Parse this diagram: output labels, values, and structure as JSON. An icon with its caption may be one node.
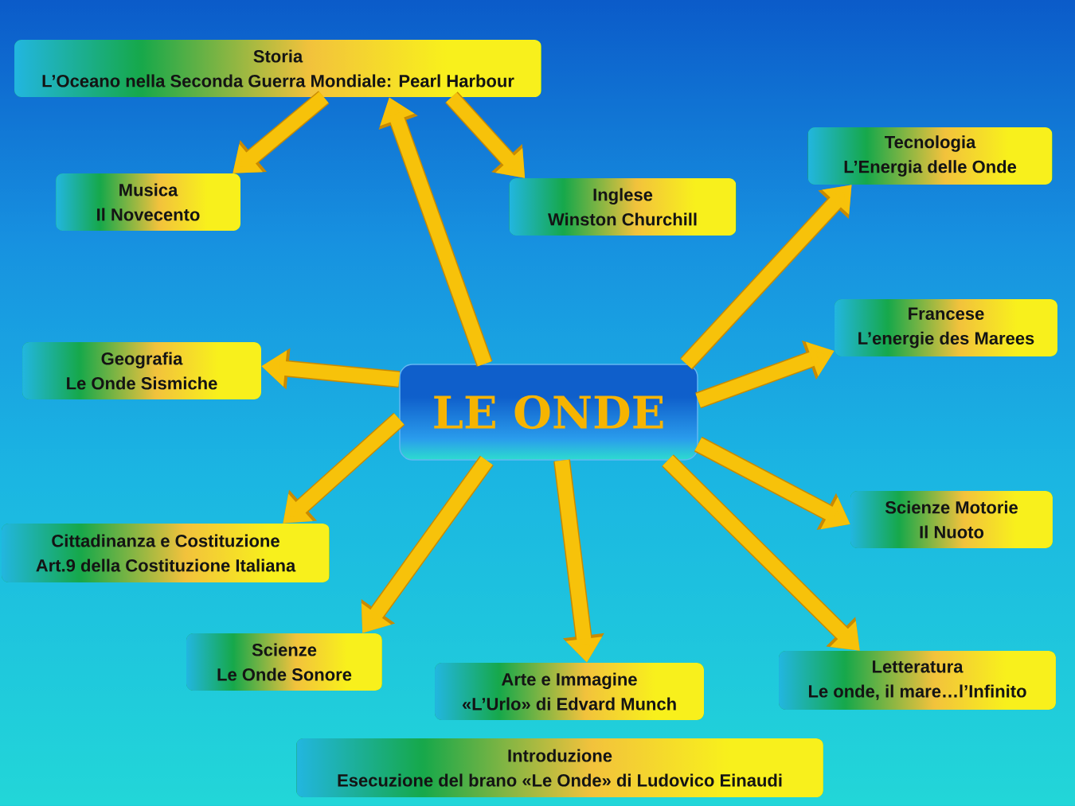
{
  "diagram": {
    "nodes": [
      {
        "text": [
          "Storia",
          "L’Oceano nella Seconda Guerra Mondiale: Pearl Harbour"
        ]
      },
      {
        "text": [
          "Tecnologia",
          "L’Energia delle Onde"
        ]
      },
      {
        "text": [
          "Musica",
          "Il Novecento"
        ]
      },
      {
        "text": [
          "Inglese",
          "Winston Churchill"
        ]
      },
      {
        "text": [
          "Francese",
          "L’energie des Marees"
        ]
      },
      {
        "text": [
          "Geografia",
          "Le Onde Sismiche"
        ]
      },
      {
        "text": [
          "LE ONDE"
        ]
      },
      {
        "text": [
          "Scienze Motorie",
          "Il Nuoto"
        ]
      },
      {
        "text": [
          "Cittadinanza e Costituzione",
          "Art.9 della Costituzione Italiana"
        ]
      },
      {
        "text": [
          "Scienze",
          "Le Onde Sonore"
        ]
      },
      {
        "text": [
          "Letteratura",
          "Le onde, il mare…l’Infinito"
        ]
      },
      {
        "text": [
          "Arte e Immagine",
          "«L’Urlo» di Edvard Munch"
        ]
      },
      {
        "text": [
          "Introduzione",
          "Esecuzione del brano «Le Onde» di Ludovico Einaudi"
        ]
      }
    ],
    "edges": [
      {
        "from": 6,
        "to": 0,
        "arrow": "to"
      },
      {
        "from": 0,
        "to": 2,
        "arrow": "to"
      },
      {
        "from": 0,
        "to": 3,
        "arrow": "to"
      },
      {
        "from": 6,
        "to": 1,
        "arrow": "to"
      },
      {
        "from": 6,
        "to": 4,
        "arrow": "to"
      },
      {
        "from": 6,
        "to": 5,
        "arrow": "to"
      },
      {
        "from": 6,
        "to": 7,
        "arrow": "to"
      },
      {
        "from": 6,
        "to": 8,
        "arrow": "to"
      },
      {
        "from": 6,
        "to": 9,
        "arrow": "to"
      },
      {
        "from": 6,
        "to": 11,
        "arrow": "to"
      },
      {
        "from": 6,
        "to": 10,
        "arrow": "to"
      }
    ]
  }
}
